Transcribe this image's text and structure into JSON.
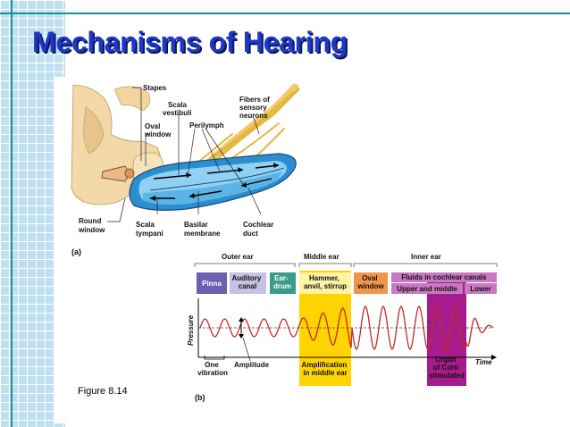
{
  "slide": {
    "title": "Mechanisms of Hearing",
    "caption": "Figure 8.14"
  },
  "panel_a": {
    "label": "(a)",
    "labels": {
      "stapes": "Stapes",
      "scala_vestibuli": [
        "Scala",
        "vestibuli"
      ],
      "oval_window": [
        "Oval",
        "window"
      ],
      "perilymph": "Perilymph",
      "fibers": [
        "Fibers of",
        "sensory",
        "neurons"
      ],
      "round_window": [
        "Round",
        "window"
      ],
      "scala_tympani": [
        "Scala",
        "tympani"
      ],
      "basilar_membrane": [
        "Basilar",
        "membrane"
      ],
      "cochlear_duct": [
        "Cochlear",
        "duct"
      ]
    }
  },
  "panel_b": {
    "label": "(b)",
    "regions": {
      "outer": "Outer ear",
      "middle": "Middle ear",
      "inner": "Inner ear"
    },
    "boxes": {
      "pinna": "Pinna",
      "auditory_canal": [
        "Auditory",
        "canal"
      ],
      "eardrum": [
        "Ear-",
        "drum"
      ],
      "hammer": [
        "Hammer,",
        "anvil, stirrup"
      ],
      "oval_window": [
        "Oval",
        "window"
      ],
      "fluids": "Fluids in cochlear canals",
      "upper_middle": "Upper and middle",
      "lower": "Lower"
    },
    "axes": {
      "pressure": "Pressure",
      "time": "Time"
    },
    "annotations": {
      "one_vibration": [
        "One",
        "vibration"
      ],
      "amplitude": "Amplitude",
      "amplification": [
        "Amplification",
        "in middle ear"
      ],
      "organ": [
        "Organ",
        "of Corti",
        "stimulated"
      ]
    },
    "colors": {
      "pinna": "#6f5fb0",
      "canal": "#c7c1e3",
      "eardrum": "#3b9b8a",
      "amplification": "#ffd400",
      "oval_window": "#f2954b",
      "fluids": "#c978c3",
      "organ": "#a71c8c",
      "wave": "#c62828"
    }
  }
}
